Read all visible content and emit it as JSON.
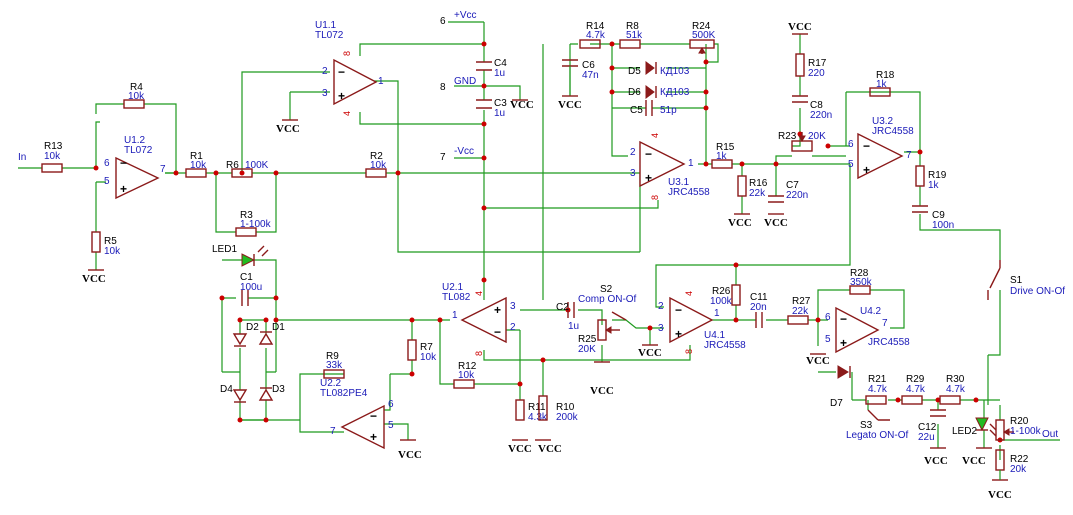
{
  "rails": {
    "pos": {
      "num": "6",
      "label": "+Vcc"
    },
    "gnd": {
      "num": "8",
      "label": "GND"
    },
    "neg": {
      "num": "7",
      "label": "-Vcc"
    }
  },
  "ports": {
    "in": "In",
    "out": "Out",
    "vcc": "VCC"
  },
  "opamps": {
    "u11": {
      "ref": "U1.1",
      "part": "TL072"
    },
    "u12": {
      "ref": "U1.2",
      "part": "TL072"
    },
    "u21": {
      "ref": "U2.1",
      "part": "TL082"
    },
    "u22": {
      "ref": "U2.2",
      "part": "TL082PE4"
    },
    "u31": {
      "ref": "U3.1",
      "part": "JRC4558"
    },
    "u32": {
      "ref": "U3.2",
      "part": "JRC4558"
    },
    "u41": {
      "ref": "U4.1",
      "part": "JRC4558"
    },
    "u42": {
      "ref": "U4.2",
      "part": "JRC4558"
    }
  },
  "resistors": {
    "r1": {
      "ref": "R1",
      "value": "10k"
    },
    "r2": {
      "ref": "R2",
      "value": "10k"
    },
    "r3": {
      "ref": "R3",
      "value": "1-100k"
    },
    "r4": {
      "ref": "R4",
      "value": "10k"
    },
    "r5": {
      "ref": "R5",
      "value": "10k"
    },
    "r6": {
      "ref": "R6",
      "value": "100K"
    },
    "r7": {
      "ref": "R7",
      "value": "10k"
    },
    "r8": {
      "ref": "R8",
      "value": "51k"
    },
    "r9": {
      "ref": "R9",
      "value": "33k"
    },
    "r10": {
      "ref": "R10",
      "value": "200k"
    },
    "r11": {
      "ref": "R11",
      "value": "4.3k"
    },
    "r12": {
      "ref": "R12",
      "value": "10k"
    },
    "r13": {
      "ref": "R13",
      "value": "10k"
    },
    "r14": {
      "ref": "R14",
      "value": "4.7k"
    },
    "r15": {
      "ref": "R15",
      "value": "1k"
    },
    "r16": {
      "ref": "R16",
      "value": "22k"
    },
    "r17": {
      "ref": "R17",
      "value": "220"
    },
    "r18": {
      "ref": "R18",
      "value": "1k"
    },
    "r19": {
      "ref": "R19",
      "value": "1k"
    },
    "r20": {
      "ref": "R20",
      "value": "1-100k"
    },
    "r21": {
      "ref": "R21",
      "value": "4.7k"
    },
    "r22": {
      "ref": "R22",
      "value": "20k"
    },
    "r23": {
      "ref": "R23",
      "value": "20K"
    },
    "r24": {
      "ref": "R24",
      "value": "500K"
    },
    "r25": {
      "ref": "R25",
      "value": "20K"
    },
    "r26": {
      "ref": "R26",
      "value": "100k"
    },
    "r27": {
      "ref": "R27",
      "value": "22k"
    },
    "r28": {
      "ref": "R28",
      "value": "350k"
    },
    "r29": {
      "ref": "R29",
      "value": "4.7k"
    },
    "r30": {
      "ref": "R30",
      "value": "4.7k"
    }
  },
  "capacitors": {
    "c1": {
      "ref": "C1",
      "value": "100u"
    },
    "c2": {
      "ref": "C2",
      "value": "1u"
    },
    "c3": {
      "ref": "C3",
      "value": "1u"
    },
    "c4": {
      "ref": "C4",
      "value": "1u"
    },
    "c5": {
      "ref": "C5",
      "value": "51p"
    },
    "c6": {
      "ref": "C6",
      "value": "47n"
    },
    "c7": {
      "ref": "C7",
      "value": "220n"
    },
    "c8": {
      "ref": "C8",
      "value": "220n"
    },
    "c9": {
      "ref": "C9",
      "value": "100n"
    },
    "c11": {
      "ref": "C11",
      "value": "20n"
    },
    "c12": {
      "ref": "C12",
      "value": "22u"
    }
  },
  "diodes": {
    "d1": "D1",
    "d2": "D2",
    "d3": "D3",
    "d4": "D4",
    "d5": {
      "ref": "D5",
      "value": "КД103"
    },
    "d6": {
      "ref": "D6",
      "value": "КД103"
    },
    "d7": "D7",
    "led1": "LED1",
    "led2": "LED2"
  },
  "switches": {
    "s1": {
      "ref": "S1",
      "label": "Drive ON-Of"
    },
    "s2": {
      "ref": "S2",
      "label": "Comp ON-Of"
    },
    "s3": {
      "ref": "S3",
      "label": "Legato ON-Of"
    }
  },
  "colors": {
    "wire": "#1e9a1e",
    "component": "#8b1a1a",
    "label": "#1a1ab8",
    "junction": "#cc0000"
  }
}
